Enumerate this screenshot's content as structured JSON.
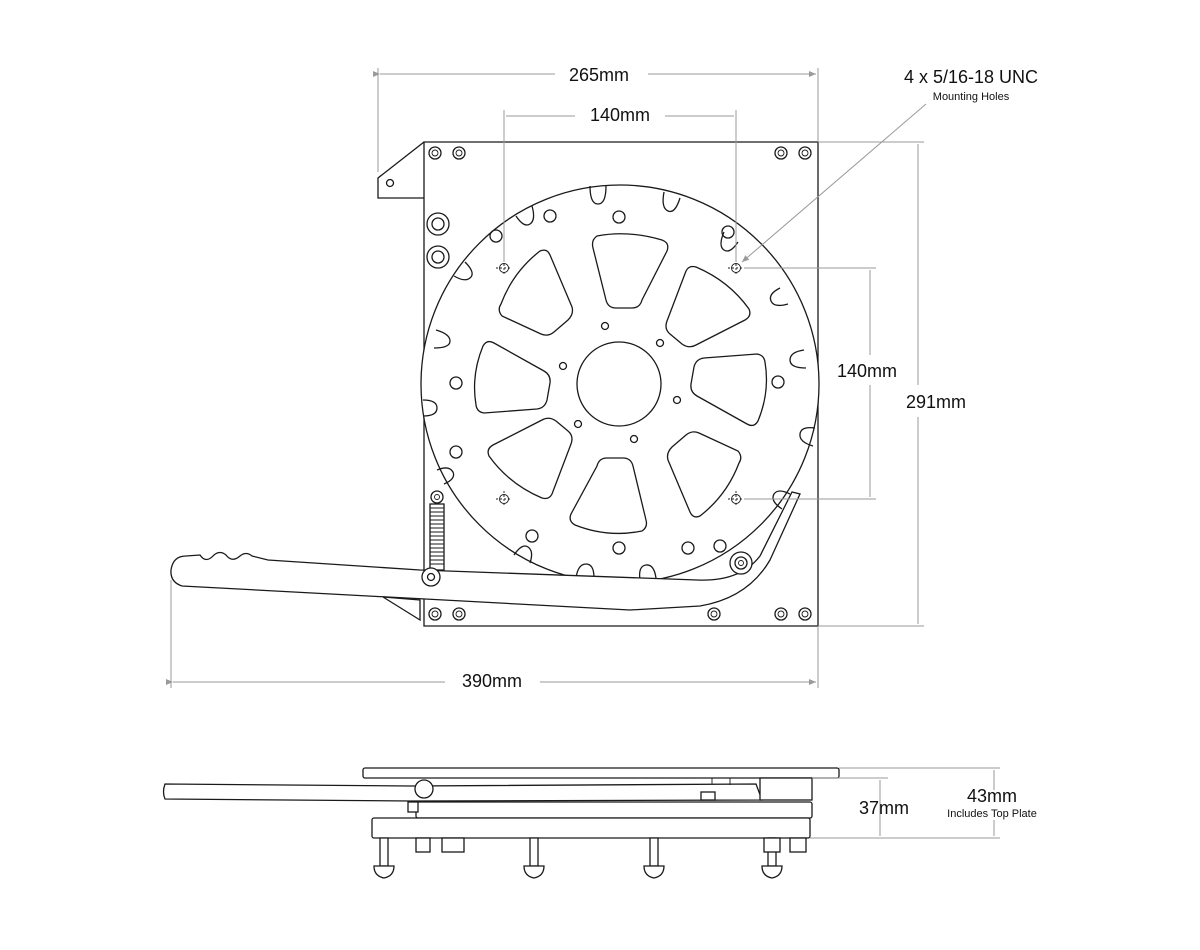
{
  "top_view": {
    "width_dim": "265mm",
    "bolt_spacing_horizontal": "140mm",
    "bolt_spacing_vertical": "140mm",
    "height_dim": "291mm",
    "overall_width_dim": "390mm",
    "mounting_holes_label": "4 x 5/16-18 UNC",
    "mounting_holes_sub": "Mounting Holes"
  },
  "side_view": {
    "height_dim": "37mm",
    "total_height_dim": "43mm",
    "total_height_sub": "Includes Top Plate"
  },
  "colors": {
    "line": "#1a1a1a",
    "dimension": "#9a9a9a"
  }
}
